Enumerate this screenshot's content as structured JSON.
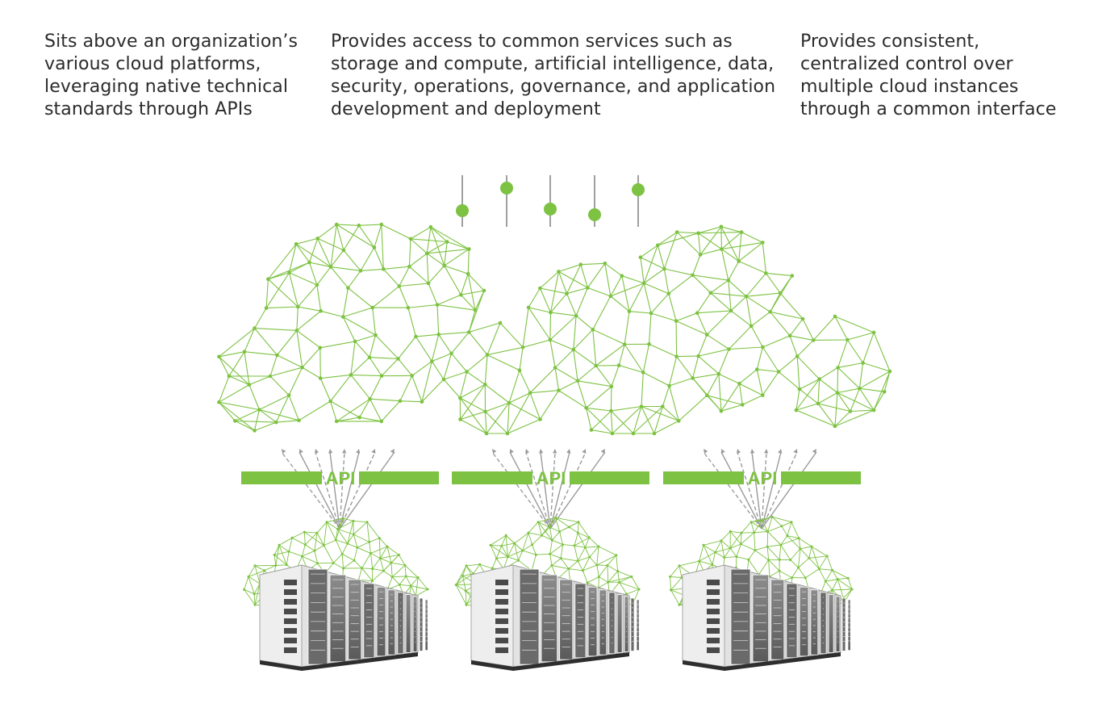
{
  "descriptions": [
    "Sits above an organization’s\nvarious cloud platforms,\nleveraging native technical\nstandards through APIs",
    "Provides access to common services such as\nstorage and compute, artificial intelligence, data,\nsecurity, operations, governance, and application\ndevelopment and deployment",
    "Provides consistent,\ncentralized control over\nmultiple cloud instances\nthrough a common interface"
  ],
  "api_label": "API",
  "colors": {
    "accent": "#7dc242",
    "text": "#2b2b2b",
    "arrow": "#9a9a9a",
    "server_body": "#d8d8d8",
    "server_dark": "#3a3a3a"
  },
  "icons": [
    "slider-control-icon",
    "network-cloud-icon",
    "api-bar-icon",
    "server-rack-icon"
  ]
}
